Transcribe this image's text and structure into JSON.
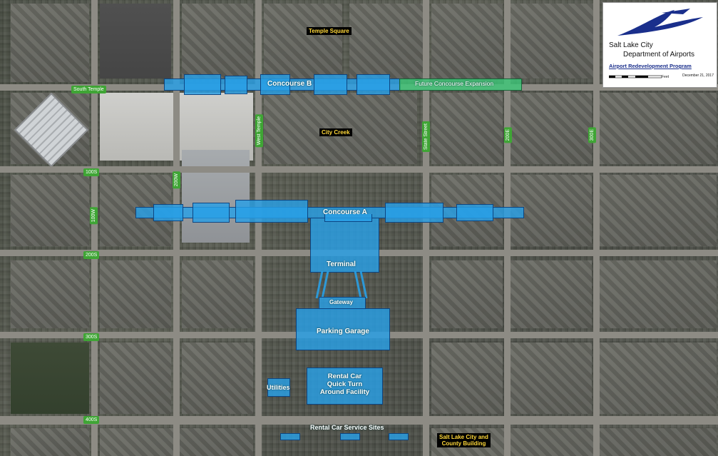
{
  "logo": {
    "icon": "airplane-wing-logo-icon",
    "org_line1": "Salt Lake City",
    "org_line2": "Department of Airports",
    "program": "Airport Redevelopment Program",
    "scale_unit": "Feet",
    "date": "December 21, 2017",
    "colors": {
      "brand_blue": "#1a2f8c"
    }
  },
  "overlays": {
    "concourse_b": "Concourse B",
    "future_expansion": "Future Concourse Expansion",
    "concourse_a": "Concourse A",
    "terminal": "Terminal",
    "gateway": "Gateway",
    "parking_garage": "Parking Garage",
    "rental_car_line1": "Rental Car",
    "rental_car_line2": "Quick Turn",
    "rental_car_line3": "Around Facility",
    "utilities": "Utilities",
    "rental_service": "Rental Car Service Sites",
    "colors": {
      "facility_blue": "#28a0e6",
      "expansion_green": "#3cc878"
    }
  },
  "landmarks": {
    "temple_square": "Temple Square",
    "city_creek": "City Creek",
    "county_line1": "Salt Lake City and",
    "county_line2": "County Building"
  },
  "streets": {
    "south_temple": "South Temple",
    "west_temple": "West Temple",
    "state_street": "State Street",
    "s100_a": "100S",
    "s100_b": "100W",
    "w200": "200W",
    "e200": "200E",
    "e300": "300E",
    "s200": "200S",
    "s300": "300S",
    "s400": "400S",
    "sign_color": "#3fa535"
  }
}
